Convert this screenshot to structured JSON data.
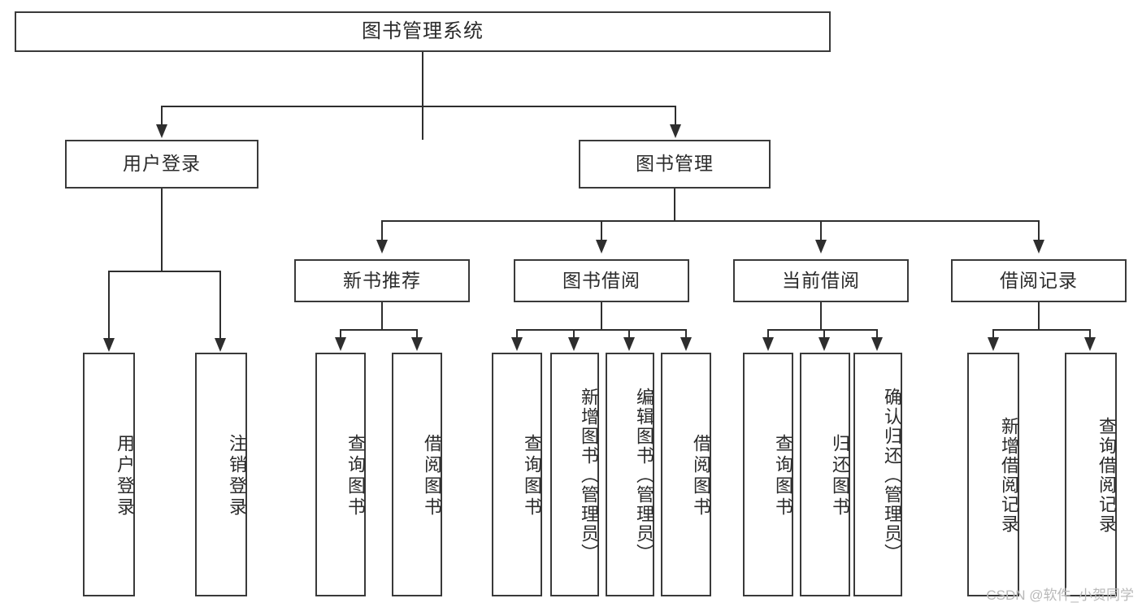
{
  "diagram": {
    "title": "图书管理系统",
    "watermark": "CSDN @软件_小贺同学",
    "levels": {
      "root": {
        "label": "图书管理系统"
      },
      "level1": [
        {
          "key": "user-login",
          "label": "用户登录"
        },
        {
          "key": "book-manage",
          "label": "图书管理"
        }
      ],
      "level2": [
        {
          "key": "new-book-recommend",
          "label": "新书推荐"
        },
        {
          "key": "book-borrow",
          "label": "图书借阅"
        },
        {
          "key": "current-borrow",
          "label": "当前借阅"
        },
        {
          "key": "borrow-record",
          "label": "借阅记录"
        }
      ],
      "leaves": [
        {
          "key": "leaf-user-login",
          "label": "用户登录",
          "parent": "user-login"
        },
        {
          "key": "leaf-logout-login",
          "label": "注销登录",
          "parent": "user-login"
        },
        {
          "key": "leaf-query-book-1",
          "label": "查询图书",
          "parent": "new-book-recommend"
        },
        {
          "key": "leaf-borrow-book-1",
          "label": "借阅图书",
          "parent": "new-book-recommend"
        },
        {
          "key": "leaf-query-book-2",
          "label": "查询图书",
          "parent": "book-borrow"
        },
        {
          "key": "leaf-add-book",
          "label": "新增图书（管理员）",
          "parent": "book-borrow"
        },
        {
          "key": "leaf-edit-book",
          "label": "编辑图书（管理员）",
          "parent": "book-borrow"
        },
        {
          "key": "leaf-borrow-book-2",
          "label": "借阅图书",
          "parent": "book-borrow"
        },
        {
          "key": "leaf-query-book-3",
          "label": "查询图书",
          "parent": "current-borrow"
        },
        {
          "key": "leaf-return-book",
          "label": "归还图书",
          "parent": "current-borrow"
        },
        {
          "key": "leaf-confirm-return",
          "label": "确认归还（管理员）",
          "parent": "current-borrow"
        },
        {
          "key": "leaf-add-record",
          "label": "新增借阅记录",
          "parent": "borrow-record"
        },
        {
          "key": "leaf-query-record",
          "label": "查询借阅记录",
          "parent": "borrow-record"
        }
      ]
    },
    "colors": {
      "stroke": "#3a3a3a",
      "connector": "#2e2e2e",
      "text": "#2b2b2b",
      "background": "#ffffff",
      "watermark": "#b9b9b9"
    }
  }
}
